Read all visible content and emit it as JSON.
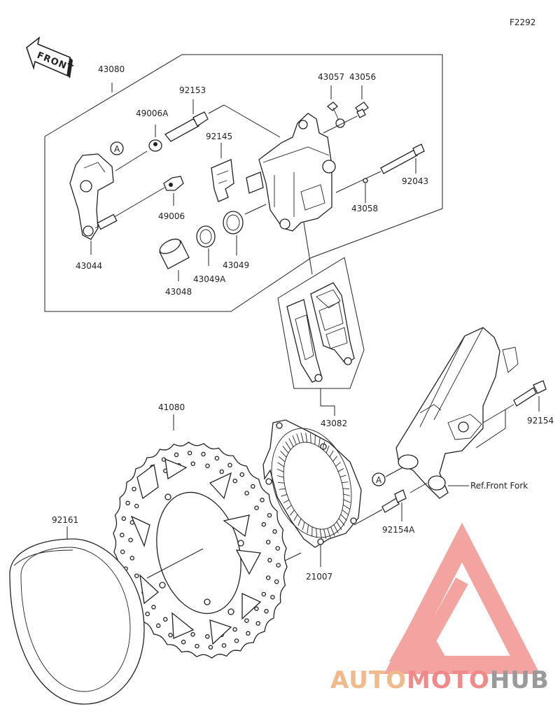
{
  "diagram_code": "F2292",
  "front_label": "FRONT",
  "ref_label": "Ref.Front Fork",
  "callout": "A",
  "parts": {
    "p43080": "43080",
    "p92153": "92153",
    "p49006A": "49006A",
    "p92145": "92145",
    "p43057": "43057",
    "p43056": "43056",
    "p92043": "92043",
    "p43058": "43058",
    "p49006": "49006",
    "p43044": "43044",
    "p43049": "43049",
    "p43049A": "43049A",
    "p43048": "43048",
    "p43082": "43082",
    "p41080": "41080",
    "p92154": "92154",
    "p92154A": "92154A",
    "p21007": "21007",
    "p92161": "92161"
  },
  "watermark": {
    "part1": "AUTO",
    "part2": "MOTO",
    "part3": "HUB",
    "color1": "#f2b98a",
    "color2": "#f08a8a",
    "color3": "#9a9a9a",
    "logo_color": "#f3a4a0"
  }
}
